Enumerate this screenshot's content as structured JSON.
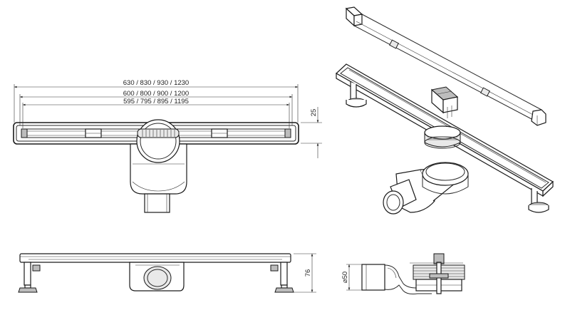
{
  "dimensions": {
    "overall_lengths": "630 / 830 / 930 / 1230",
    "inner_lengths": "600 / 800 / 900 / 1200",
    "grate_lengths": "595 / 795 / 895 / 1195",
    "top_height": "25",
    "side_height": "76",
    "outlet_diameter": "⌀50"
  },
  "colors": {
    "line": "#1a1a1a",
    "fill_light": "#e9e9e9",
    "fill_mid": "#bdbdbd"
  }
}
